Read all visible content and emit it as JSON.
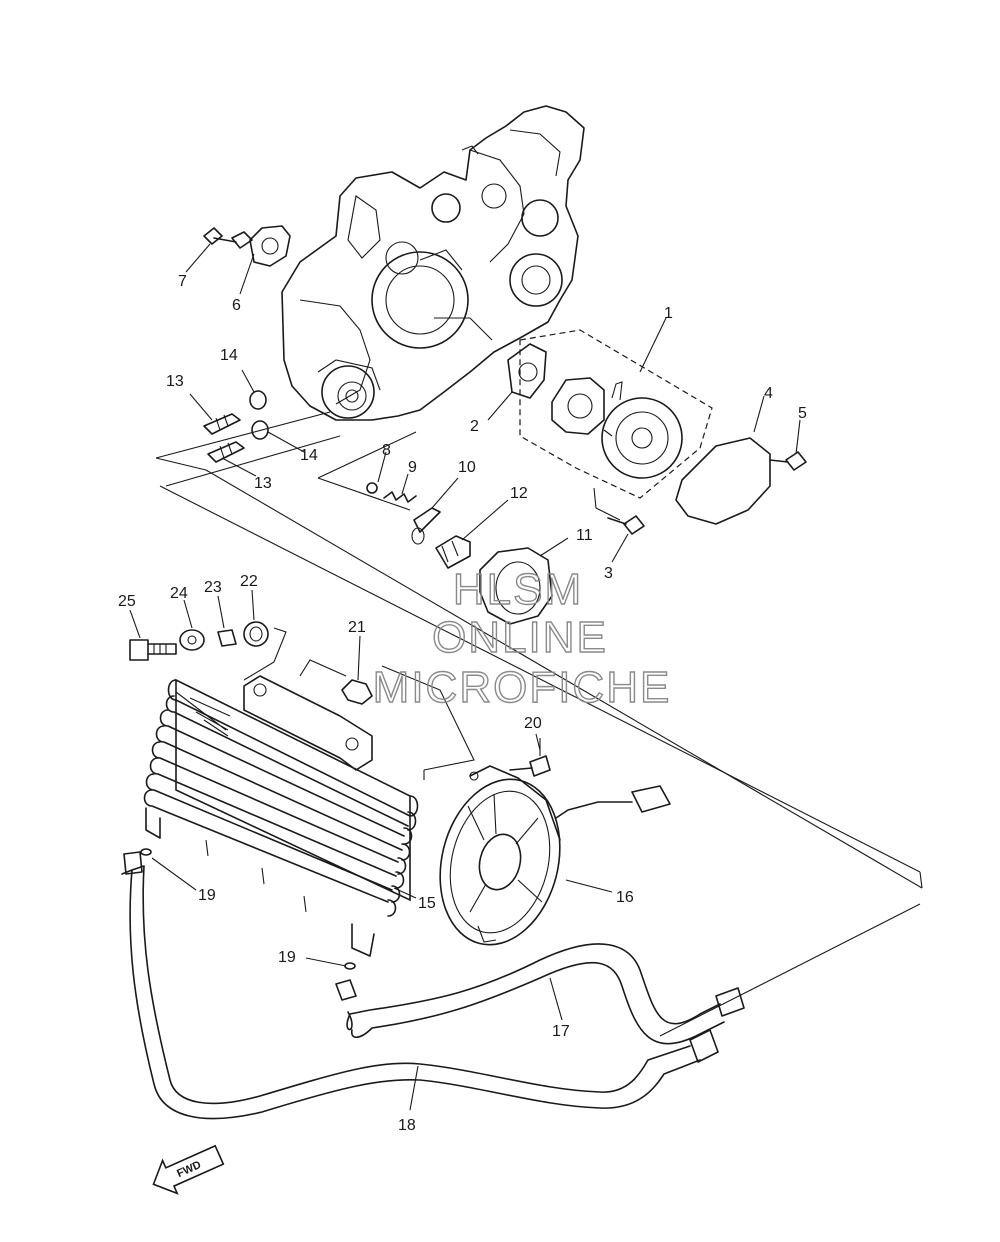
{
  "callouts": [
    {
      "id": "1",
      "text": "1"
    },
    {
      "id": "2",
      "text": "2"
    },
    {
      "id": "3",
      "text": "3"
    },
    {
      "id": "4",
      "text": "4"
    },
    {
      "id": "5",
      "text": "5"
    },
    {
      "id": "6",
      "text": "6"
    },
    {
      "id": "7",
      "text": "7"
    },
    {
      "id": "8",
      "text": "8"
    },
    {
      "id": "9",
      "text": "9"
    },
    {
      "id": "10",
      "text": "10"
    },
    {
      "id": "11",
      "text": "11"
    },
    {
      "id": "12",
      "text": "12"
    },
    {
      "id": "13a",
      "text": "13"
    },
    {
      "id": "13b",
      "text": "13"
    },
    {
      "id": "14a",
      "text": "14"
    },
    {
      "id": "14b",
      "text": "14"
    },
    {
      "id": "15",
      "text": "15"
    },
    {
      "id": "16",
      "text": "16"
    },
    {
      "id": "17",
      "text": "17"
    },
    {
      "id": "18",
      "text": "18"
    },
    {
      "id": "19a",
      "text": "19"
    },
    {
      "id": "19b",
      "text": "19"
    },
    {
      "id": "20",
      "text": "20"
    },
    {
      "id": "21",
      "text": "21"
    },
    {
      "id": "22",
      "text": "22"
    },
    {
      "id": "23",
      "text": "23"
    },
    {
      "id": "24",
      "text": "24"
    },
    {
      "id": "25",
      "text": "25"
    }
  ],
  "watermark": {
    "line1": "HLSM",
    "line2": "ONLINE",
    "line3": "MICROFICHE"
  },
  "direction_marker": {
    "label": "FWD"
  }
}
